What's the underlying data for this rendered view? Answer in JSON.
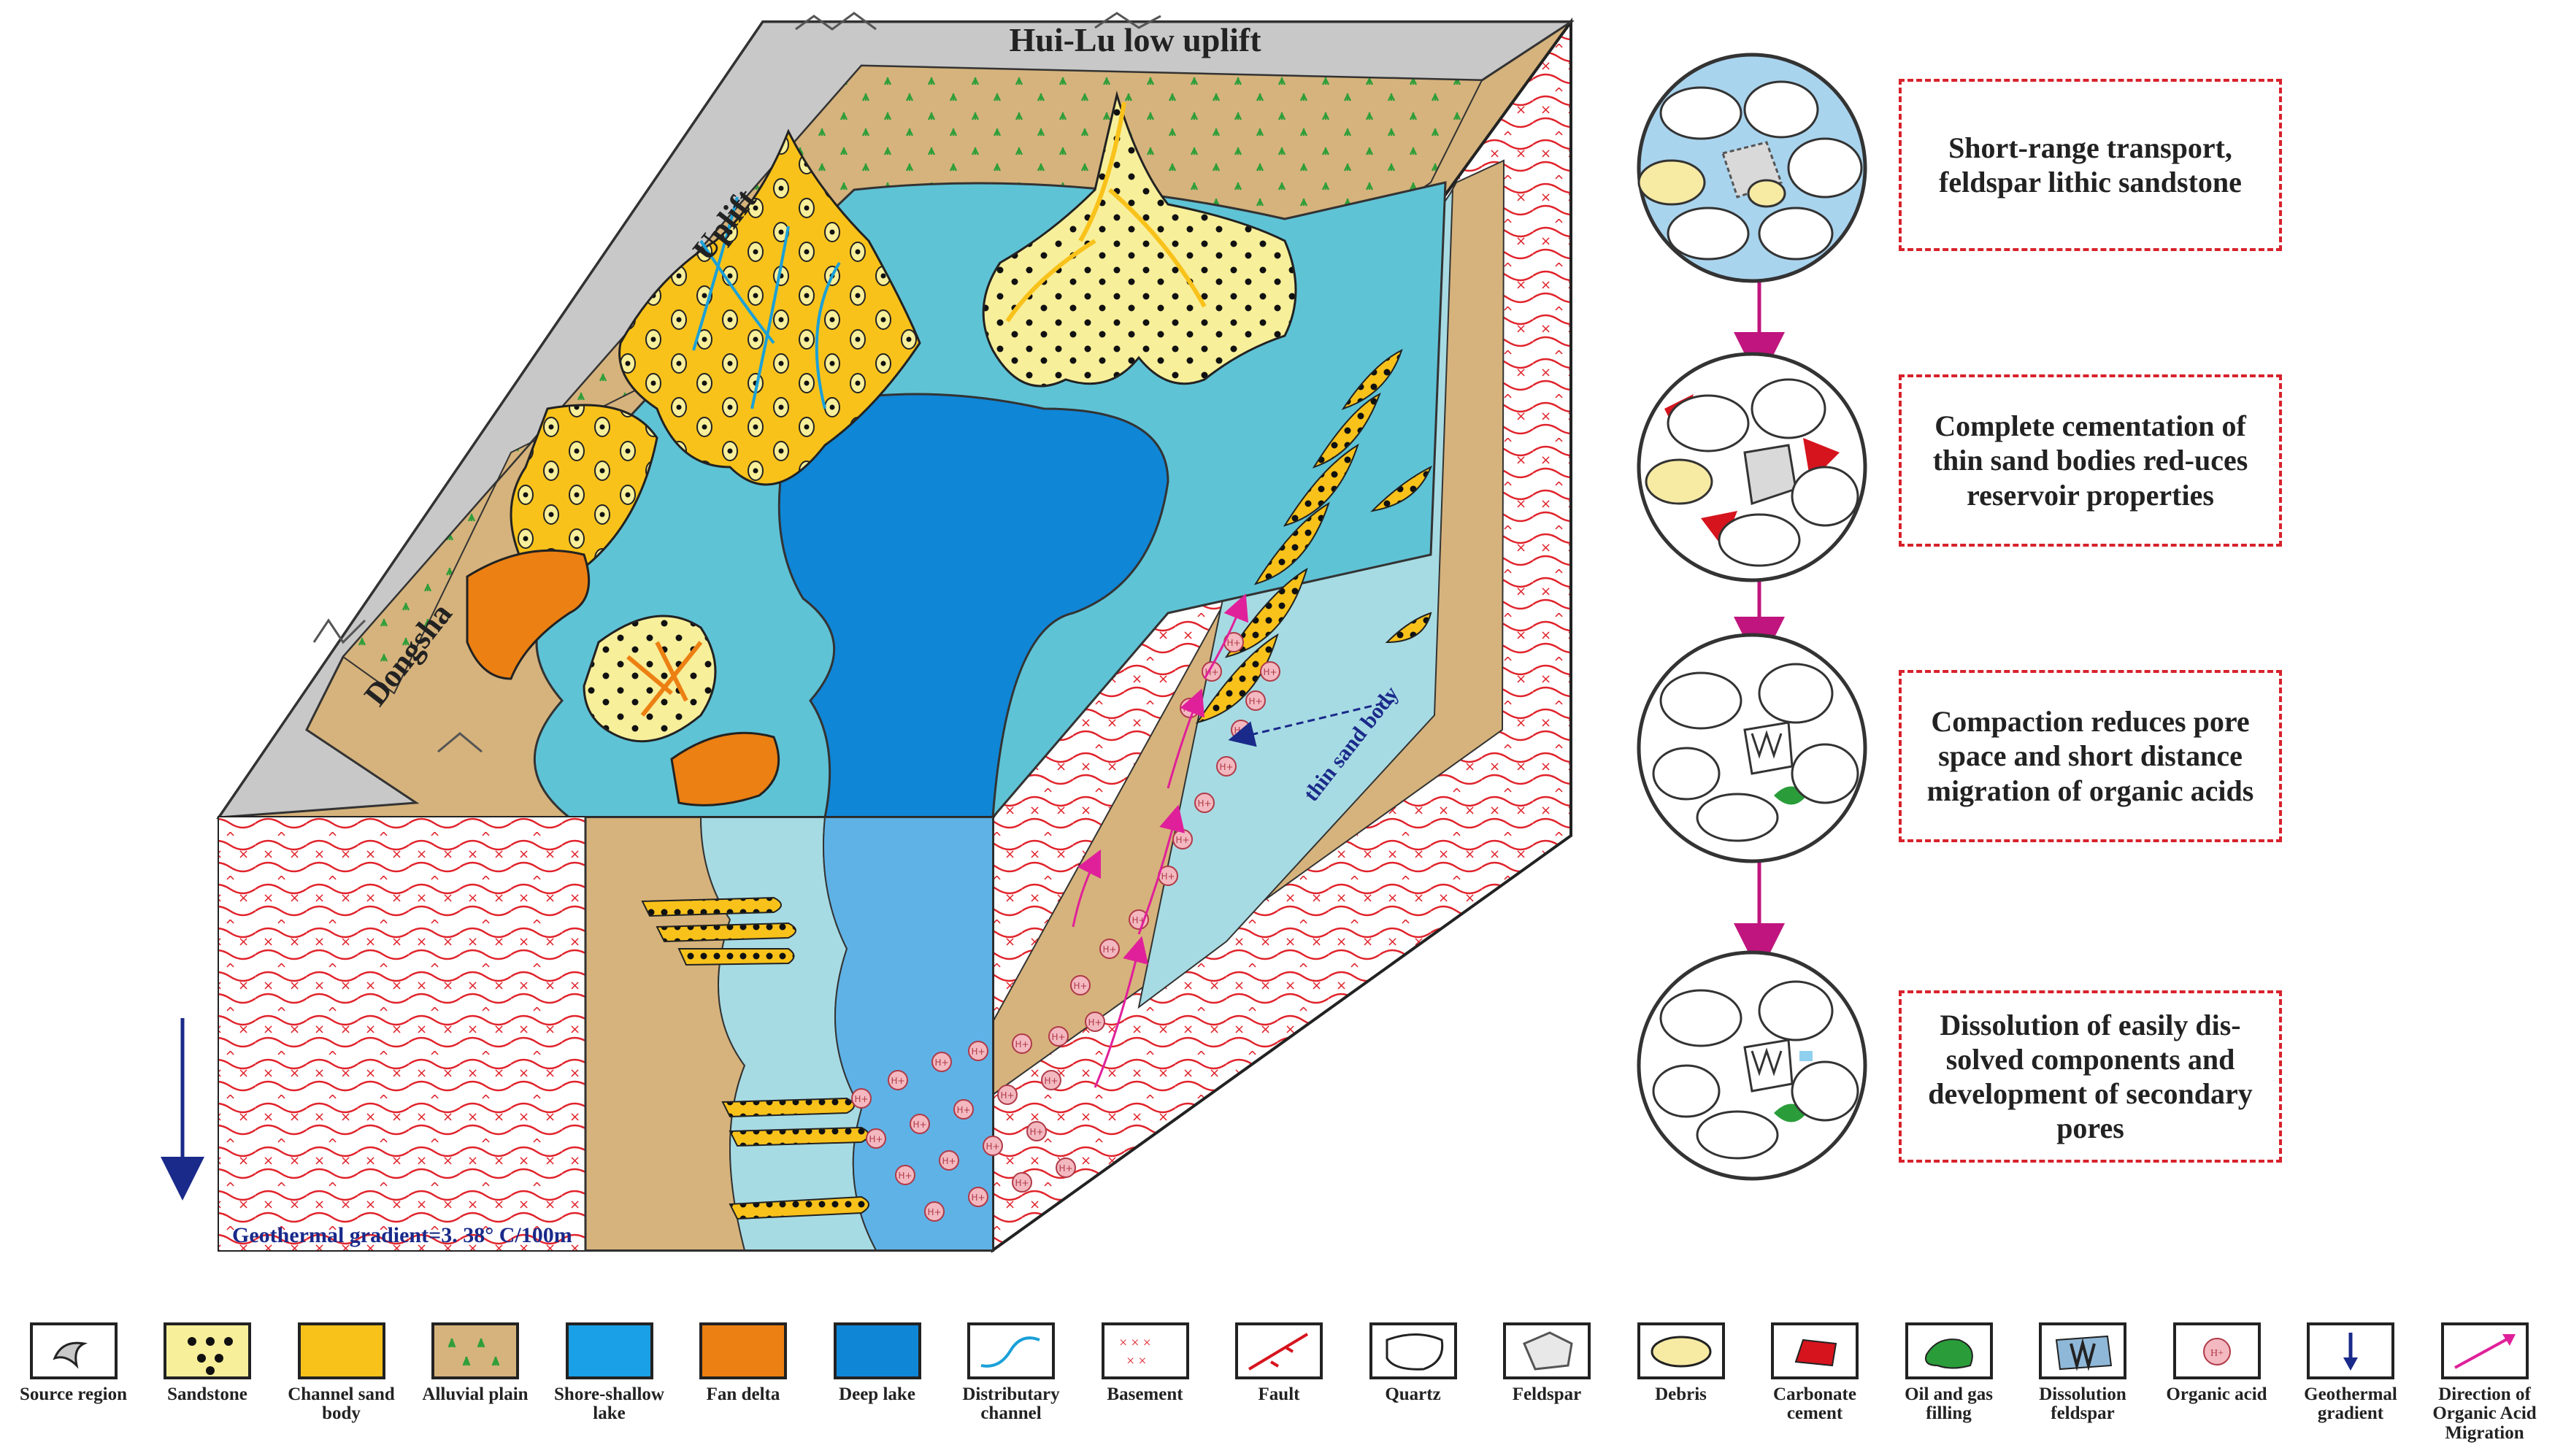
{
  "block": {
    "top_label": "Hui-Lu low uplift",
    "left_upper_label": "Uplift",
    "left_lower_label": "Dongsha",
    "thin_sand_label": "thin sand body",
    "geothermal_label": "Geothermal gradient=3. 38° C/100m",
    "acid_symbol": "H+"
  },
  "stages": [
    {
      "text": "Short-range transport, feldspar lithic sandstone"
    },
    {
      "text": "Complete cementation of thin sand bodies red-uces reservoir properties"
    },
    {
      "text": "Compaction reduces pore space and short distance migration of organic acids"
    },
    {
      "text": "Dissolution of easily dis-solved components and development of secondary pores"
    }
  ],
  "legend": [
    {
      "id": "source-region",
      "label": "Source region"
    },
    {
      "id": "sandstone",
      "label": "Sandstone"
    },
    {
      "id": "channel-sand-body",
      "label": "Channel sand body"
    },
    {
      "id": "alluvial-plain",
      "label": "Alluvial plain"
    },
    {
      "id": "shore-shallow-lake",
      "label": "Shore-shallow lake"
    },
    {
      "id": "fan-delta",
      "label": "Fan delta"
    },
    {
      "id": "deep-lake",
      "label": "Deep lake"
    },
    {
      "id": "distributary-channel",
      "label": "Distributary channel"
    },
    {
      "id": "basement",
      "label": "Basement"
    },
    {
      "id": "fault",
      "label": "Fault"
    },
    {
      "id": "quartz",
      "label": "Quartz"
    },
    {
      "id": "feldspar",
      "label": "Feldspar"
    },
    {
      "id": "debris",
      "label": "Debris"
    },
    {
      "id": "carbonate-cement",
      "label": "Carbonate cement"
    },
    {
      "id": "oil-gas-filling",
      "label": "Oil and gas filling"
    },
    {
      "id": "dissolution-feldspar",
      "label": "Dissolution feldspar"
    },
    {
      "id": "organic-acid",
      "label": "Organic acid"
    },
    {
      "id": "geothermal-gradient",
      "label": "Geothermal gradient"
    },
    {
      "id": "organic-acid-migration",
      "label": "Direction of Organic Acid Migration"
    }
  ],
  "colors": {
    "sandstone": "#f8ef9a",
    "channel": "#f9c21a",
    "alluvial": "#d6b37c",
    "shore": "#5fc3d6",
    "shore_light": "#a7dbe3",
    "deep": "#0f86d6",
    "fan": "#ec8012",
    "basement_mark": "#e0232b",
    "source": "#c8c8c8",
    "acid": "#f3b8c0",
    "arrow_pink": "#e0209a",
    "arrow_blue": "#1a2a8a"
  }
}
